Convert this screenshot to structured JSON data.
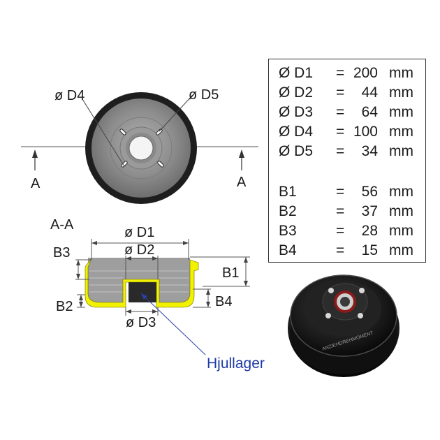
{
  "top_view": {
    "d4_label": "ø D4",
    "d5_label": "ø D5",
    "section_left": "A",
    "section_right": "A"
  },
  "section_view": {
    "title": "A-A",
    "d1_label": "ø D1",
    "d2_label": "ø D2",
    "d3_label": "ø D3",
    "b1_label": "B1",
    "b2_label": "B2",
    "b3_label": "B3",
    "b4_label": "B4",
    "bearing_label": "Hjullager",
    "bearing_label_color": "#1f3aa8",
    "drum_fill_color": "#9e9e9e",
    "shoe_color": "#f2f200"
  },
  "specs": {
    "diameters": [
      {
        "name": "Ø D1",
        "eq": "=",
        "value": "200",
        "unit": "mm"
      },
      {
        "name": "Ø D2",
        "eq": "=",
        "value": "44",
        "unit": "mm"
      },
      {
        "name": "Ø D3",
        "eq": "=",
        "value": "64",
        "unit": "mm"
      },
      {
        "name": "Ø D4",
        "eq": "=",
        "value": "100",
        "unit": "mm"
      },
      {
        "name": "Ø D5",
        "eq": "=",
        "value": "34",
        "unit": "mm"
      }
    ],
    "widths": [
      {
        "name": "B1",
        "eq": "=",
        "value": "56",
        "unit": "mm"
      },
      {
        "name": "B2",
        "eq": "=",
        "value": "37",
        "unit": "mm"
      },
      {
        "name": "B3",
        "eq": "=",
        "value": "28",
        "unit": "mm"
      },
      {
        "name": "B4",
        "eq": "=",
        "value": "15",
        "unit": "mm"
      }
    ]
  },
  "photo": {
    "embossed_text": "ANZIEHDREHMOMENT"
  }
}
